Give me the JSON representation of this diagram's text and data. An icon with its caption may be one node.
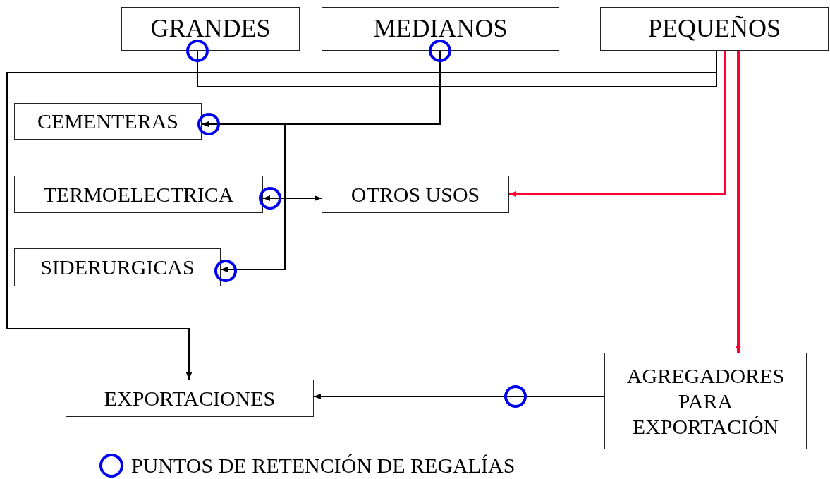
{
  "diagram": {
    "nodes": [
      {
        "text": [
          "GRANDES"
        ]
      },
      {
        "text": [
          "MEDIANOS"
        ]
      },
      {
        "text": [
          "PEQUEÑOS"
        ]
      },
      {
        "text": [
          "CEMENTERAS"
        ]
      },
      {
        "text": [
          "TERMOELECTRICA"
        ]
      },
      {
        "text": [
          "OTROS USOS"
        ]
      },
      {
        "text": [
          "SIDERURGICAS"
        ]
      },
      {
        "text": [
          "EXPORTACIONES"
        ]
      },
      {
        "text": [
          "AGREGADORES PARA EXPORTACIÓN"
        ]
      }
    ],
    "edges": [
      {
        "from": 0,
        "to": 7,
        "arrow": "to"
      },
      {
        "from": 2,
        "to": 7,
        "arrow": "to"
      },
      {
        "from": 1,
        "to": 3,
        "arrow": "to"
      },
      {
        "from": 1,
        "to": 4,
        "arrow": "to"
      },
      {
        "from": 1,
        "to": 6,
        "arrow": "to"
      },
      {
        "from": 1,
        "to": 5,
        "arrow": "to"
      },
      {
        "from": 2,
        "to": 5,
        "arrow": "to",
        "style": "thick",
        "color": "#ff0033"
      },
      {
        "from": 2,
        "to": 8,
        "arrow": "to",
        "style": "thick",
        "color": "#ff0033"
      },
      {
        "from": 8,
        "to": 7,
        "arrow": "to"
      }
    ],
    "legend": [
      {
        "text": "PUNTOS DE RETENCIÓN DE REGALÍAS"
      }
    ]
  }
}
